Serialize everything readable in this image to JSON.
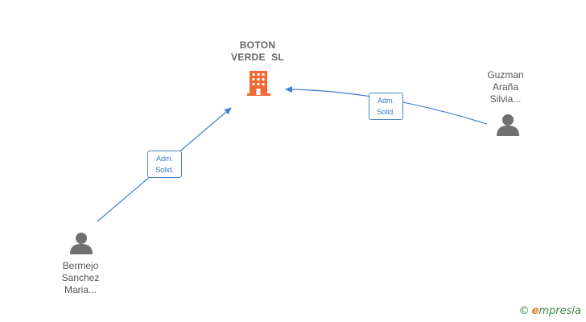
{
  "colors": {
    "edge": "#3f7fd0",
    "company_icon": "#f06a35",
    "person_icon": "#707070"
  },
  "company": {
    "name_line1": "BOTON",
    "name_line2": "VERDE  SL",
    "icon": "building-icon"
  },
  "people": [
    {
      "line1": "Guzman",
      "line2": "Araña",
      "line3": "Silvia...",
      "icon": "person-icon"
    },
    {
      "line1": "Bermejo",
      "line2": "Sanchez",
      "line3": "Maria...",
      "icon": "person-icon"
    }
  ],
  "edges": [
    {
      "line1": "Adm.",
      "line2": "Solid."
    },
    {
      "line1": "Adm.",
      "line2": "Solid."
    }
  ],
  "watermark": {
    "copyright": "©",
    "brand_initial": "e",
    "brand_rest": "mpresia"
  }
}
